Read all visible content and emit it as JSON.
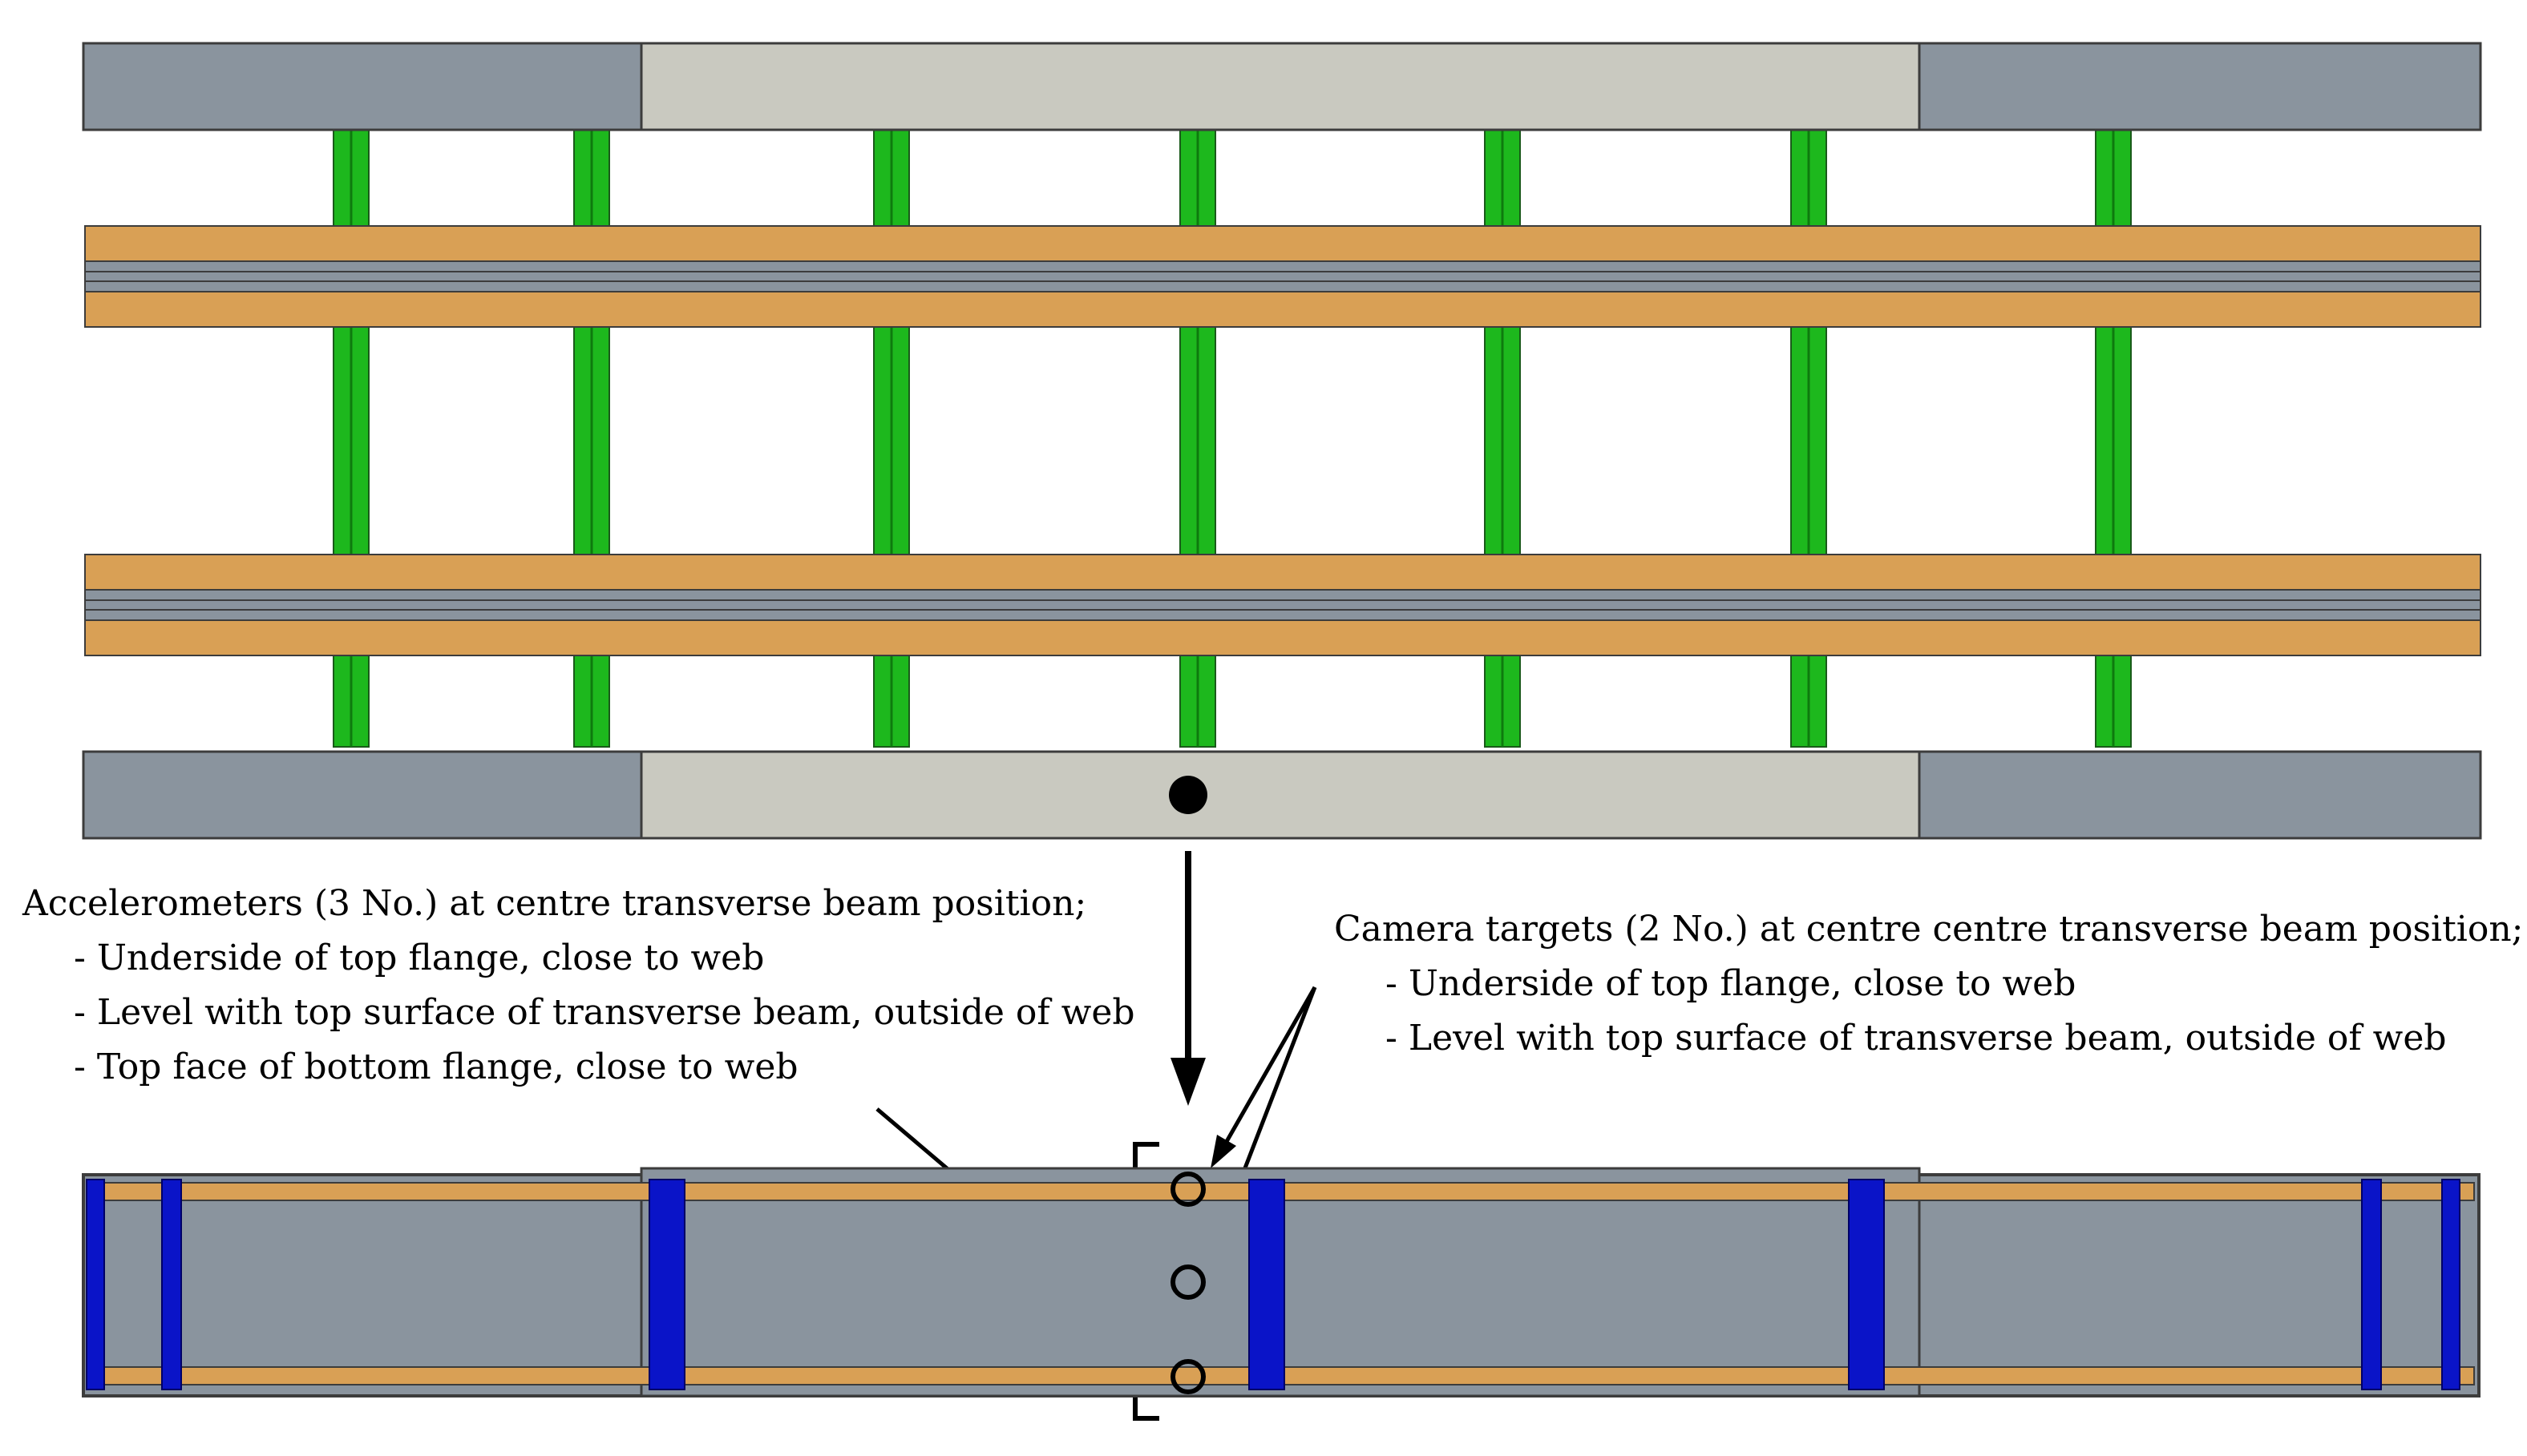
{
  "labels": {
    "accelerometers": {
      "heading": "Accelerometers (3 No.) at centre transverse beam position;",
      "items": [
        "- Underside of top flange, close to web",
        "- Level with top surface of transverse beam, outside of web",
        "- Top face of bottom flange, close to web"
      ]
    },
    "camera_targets": {
      "heading": "Camera targets (2 No.) at centre centre transverse beam position;",
      "items": [
        "- Underside of top flange, close to web",
        "- Level with top surface of transverse beam, outside of web"
      ]
    }
  },
  "colors": {
    "edge_beam_dark": "#8a949e",
    "edge_beam_light": "#c9c9c0",
    "transverse_beam": "#1db81d",
    "longitudinal_flange": "#d9a055",
    "longitudinal_web": "#8a949e",
    "stiffener": "#0a14c8",
    "outline": "#3c3c3c",
    "marker": "#000000"
  }
}
